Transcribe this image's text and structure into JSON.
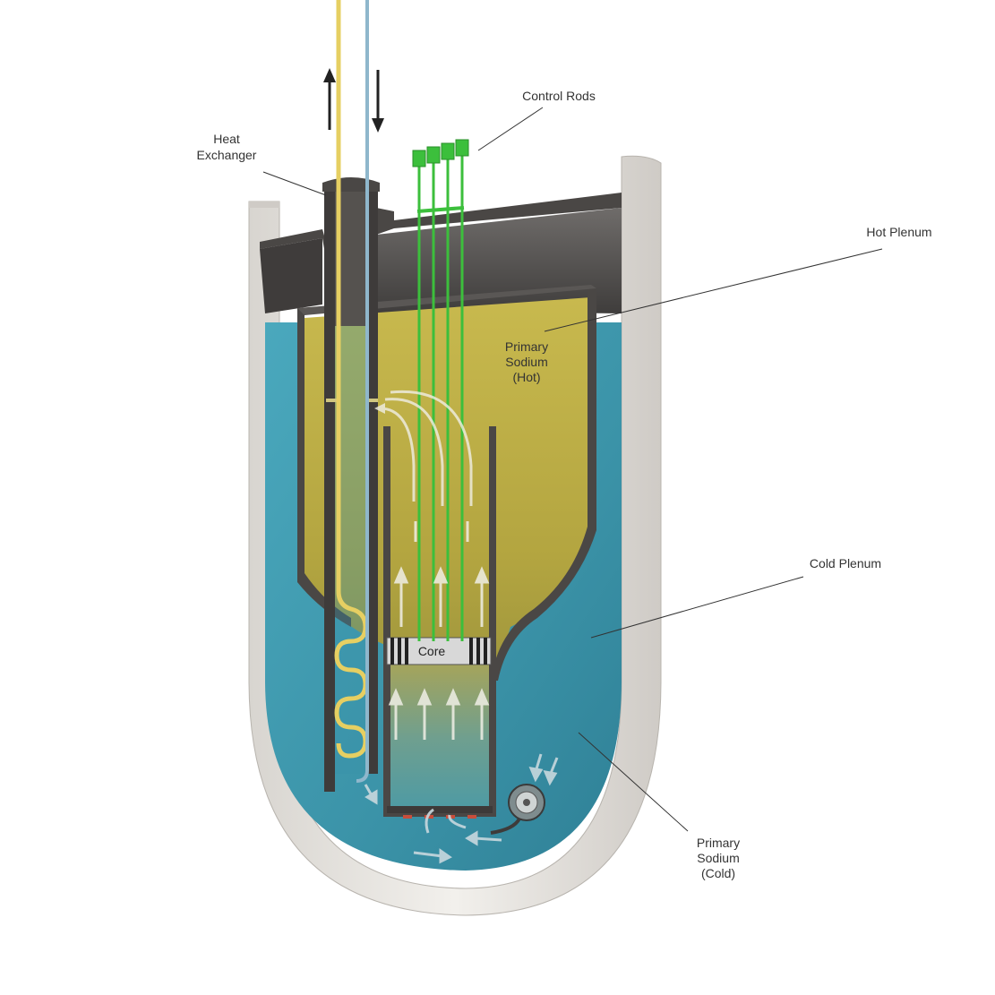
{
  "labels": {
    "heat_exchanger": [
      "Heat",
      "Exchanger"
    ],
    "control_rods": "Control Rods",
    "hot_plenum": "Hot Plenum",
    "primary_sodium_hot": [
      "Primary",
      "Sodium",
      "(Hot)"
    ],
    "cold_plenum": "Cold Plenum",
    "core": "Core",
    "primary_sodium_cold": [
      "Primary",
      "Sodium",
      "(Cold)"
    ]
  },
  "colors": {
    "hot_sodium": "#b9ac45",
    "cold_sodium": "#3d98ad",
    "vessel": "#e6e3df",
    "structure": "#4a4745",
    "control_rod": "#3cbf3c",
    "hot_coolant_line": "#e6cf62",
    "cold_coolant_line": "#8fb7cc"
  }
}
